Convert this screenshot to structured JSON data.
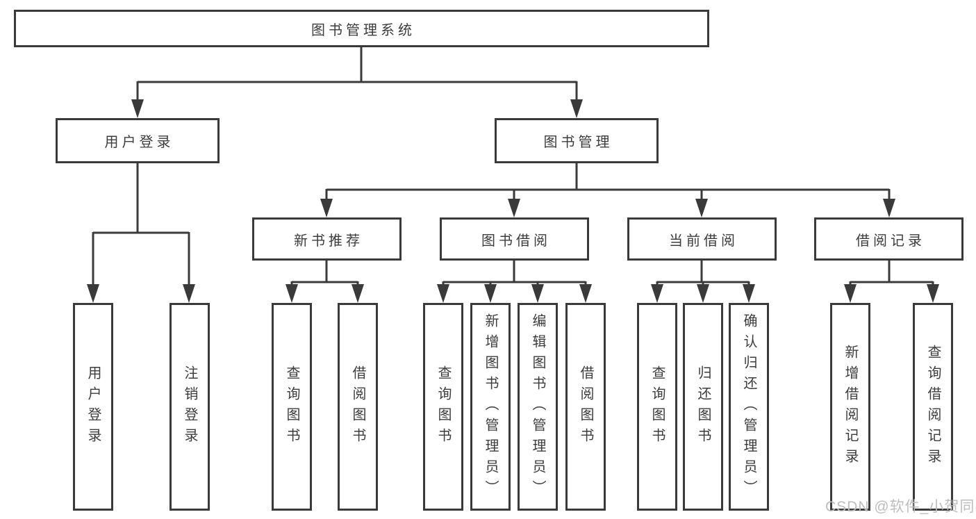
{
  "diagram": {
    "root": {
      "label": "图书管理系统"
    },
    "level2": {
      "user_login": {
        "label": "用户登录"
      },
      "book_mgmt": {
        "label": "图书管理"
      }
    },
    "level3": {
      "new_books": {
        "label": "新书推荐"
      },
      "book_borrow": {
        "label": "图书借阅"
      },
      "current_borrow": {
        "label": "当前借阅"
      },
      "borrow_records": {
        "label": "借阅记录"
      }
    },
    "leaves": {
      "ul_login": "用户登录",
      "ul_logout": "注销登录",
      "nb_query": "查询图书",
      "nb_borrow": "借阅图书",
      "bb_query": "查询图书",
      "bb_add": "新增图书（管理员）",
      "bb_edit": "编辑图书（管理员）",
      "bb_borrow": "借阅图书",
      "cb_query": "查询图书",
      "cb_return": "归还图书",
      "cb_confirm": "确认归还（管理员）",
      "br_add": "新增借阅记录",
      "br_query": "查询借阅记录"
    },
    "colors": {
      "line": "#3a3a3a",
      "text": "#3c3c3c",
      "background": "#ffffff",
      "watermark": "#bdbdbd"
    }
  },
  "watermark": {
    "text": "CSDN @软件_小贺同学"
  }
}
